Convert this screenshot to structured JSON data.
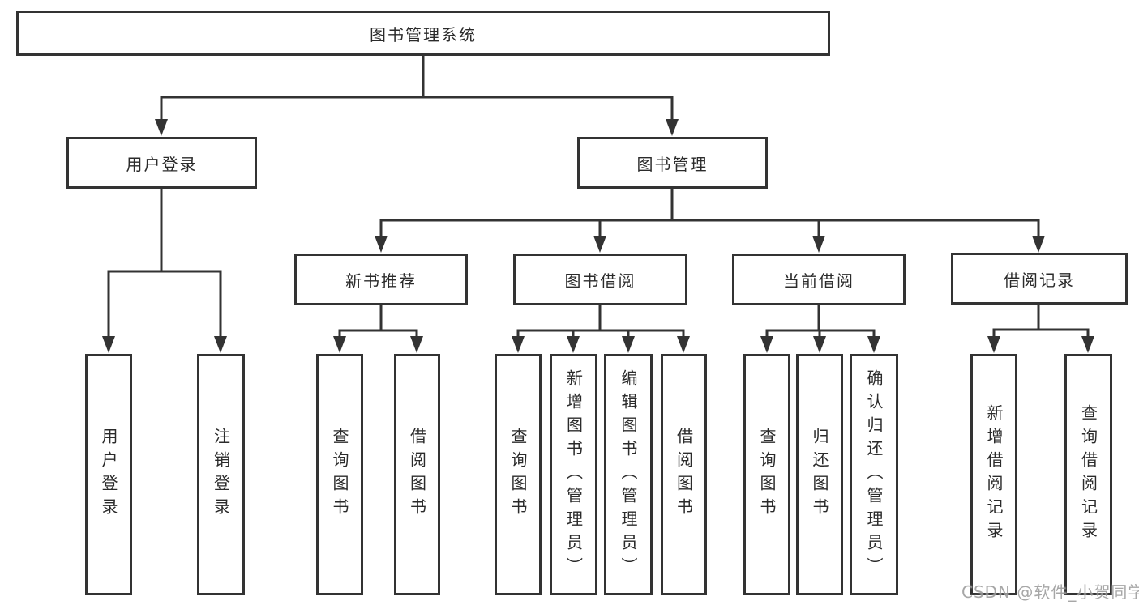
{
  "colors": {
    "line": "#333333",
    "box_border": "#333333",
    "text": "#2b2b2b",
    "watermark": "#9b9b9b",
    "background": "#ffffff"
  },
  "watermark": {
    "text": "CSDN @软件_小贺同学"
  },
  "diagram": {
    "root": {
      "label": "图书管理系统"
    },
    "branches": [
      {
        "label": "用户登录",
        "leaves": [
          {
            "label": "用户登录"
          },
          {
            "label": "注销登录"
          }
        ]
      },
      {
        "label": "图书管理",
        "groups": [
          {
            "label": "新书推荐",
            "leaves": [
              {
                "label": "查询图书"
              },
              {
                "label": "借阅图书"
              }
            ]
          },
          {
            "label": "图书借阅",
            "leaves": [
              {
                "label": "查询图书"
              },
              {
                "label": "新增图书（管理员）"
              },
              {
                "label": "编辑图书（管理员）"
              },
              {
                "label": "借阅图书"
              }
            ]
          },
          {
            "label": "当前借阅",
            "leaves": [
              {
                "label": "查询图书"
              },
              {
                "label": "归还图书"
              },
              {
                "label": "确认归还（管理员）"
              }
            ]
          },
          {
            "label": "借阅记录",
            "leaves": [
              {
                "label": "新增借阅记录"
              },
              {
                "label": "查询借阅记录"
              }
            ]
          }
        ]
      }
    ]
  }
}
